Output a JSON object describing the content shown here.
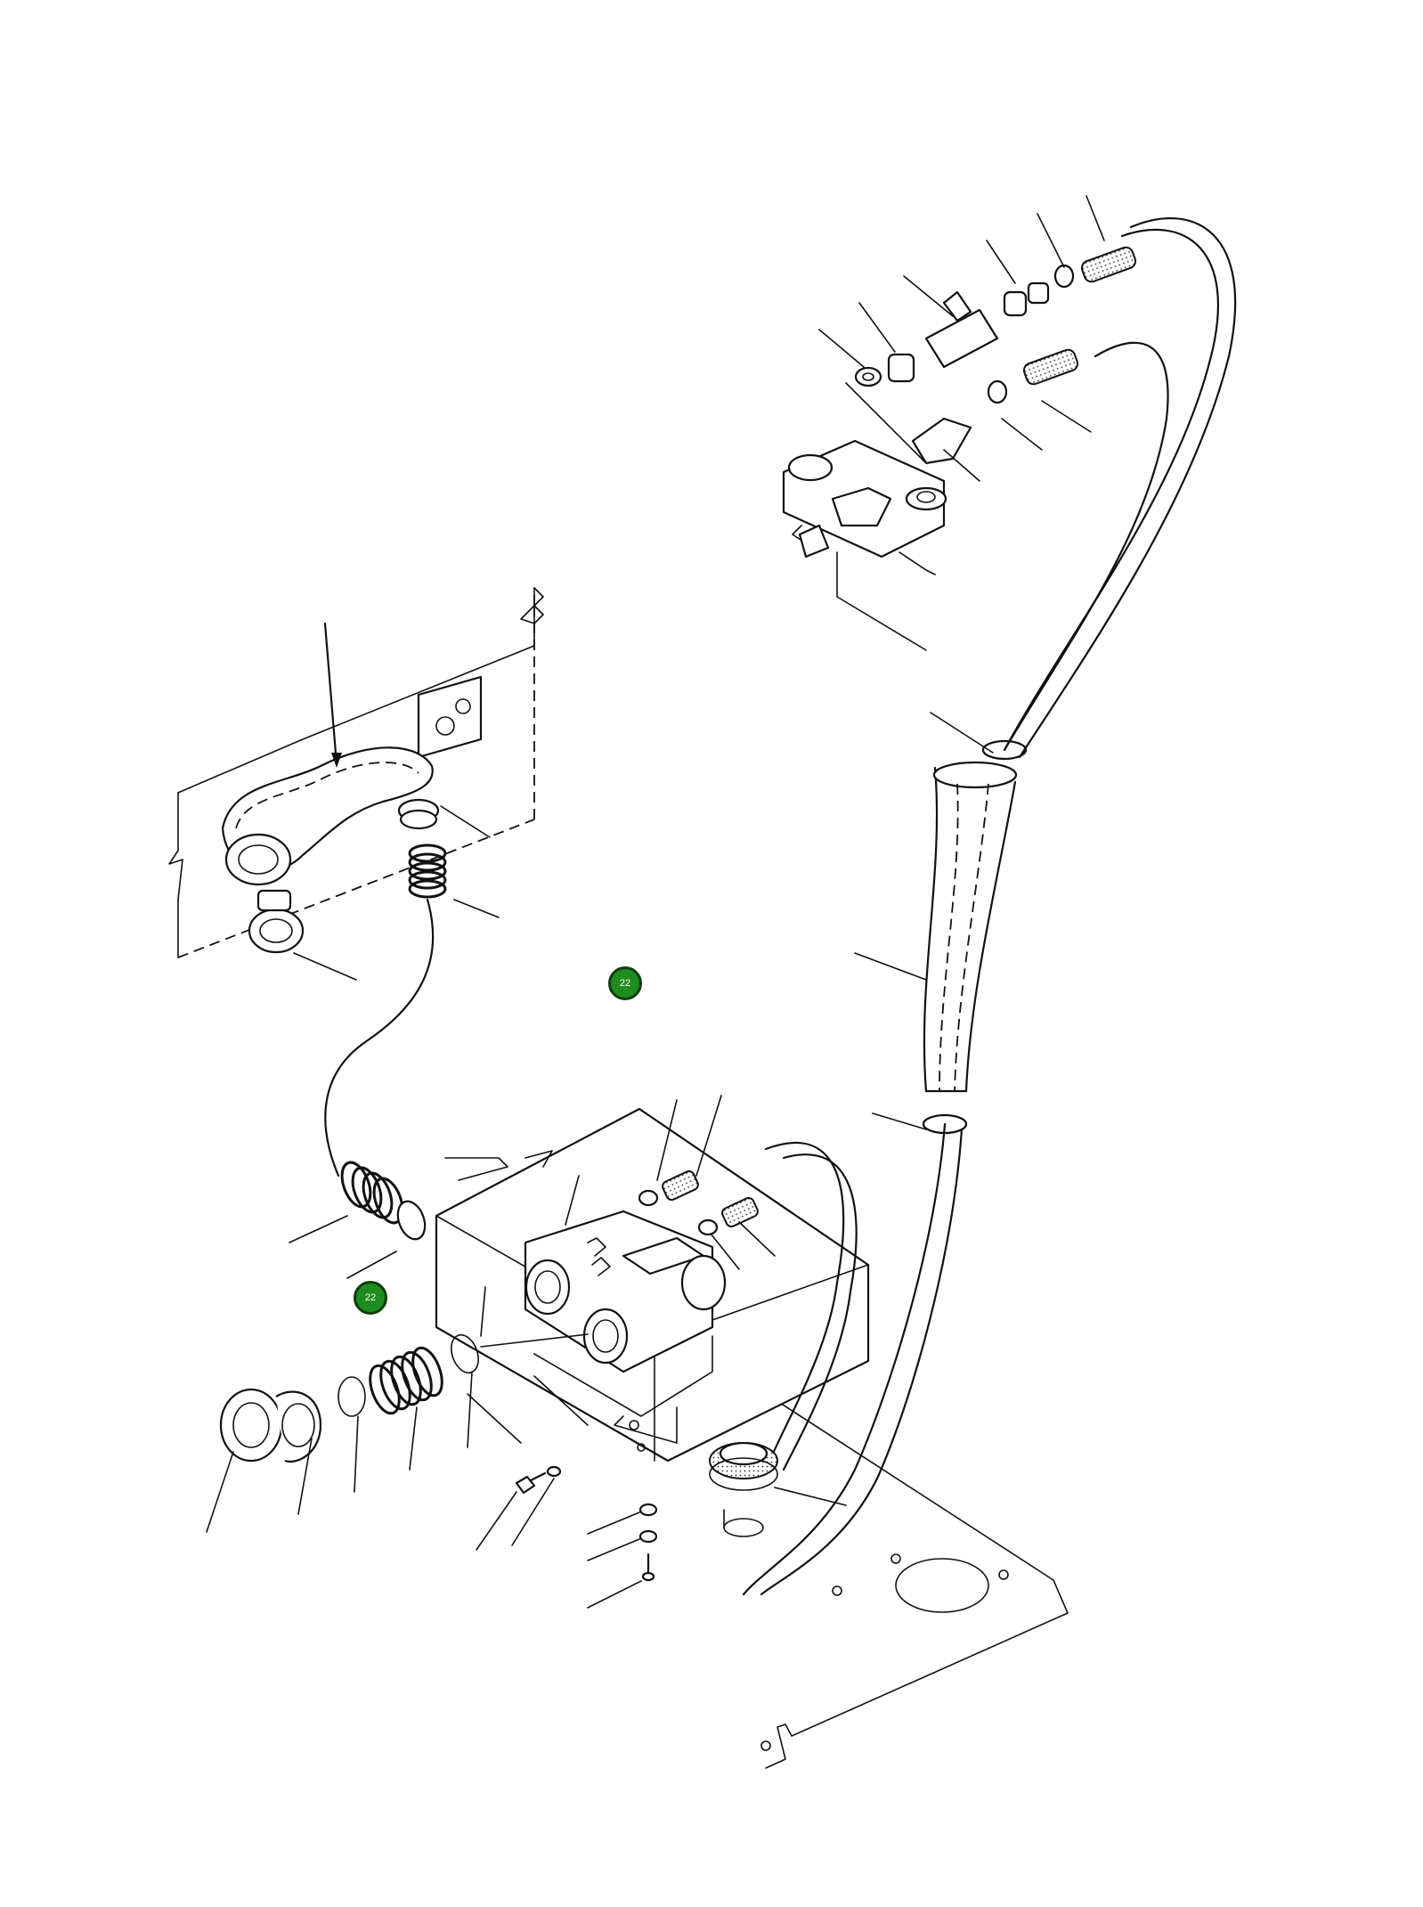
{
  "callouts": [
    {
      "id": "callout-upper",
      "label": "22"
    },
    {
      "id": "callout-lower",
      "label": "22"
    }
  ],
  "colors": {
    "callout_fill": "#1e8c1e",
    "callout_border": "#0b3d0b",
    "line": "#111111",
    "background": "#ffffff"
  }
}
